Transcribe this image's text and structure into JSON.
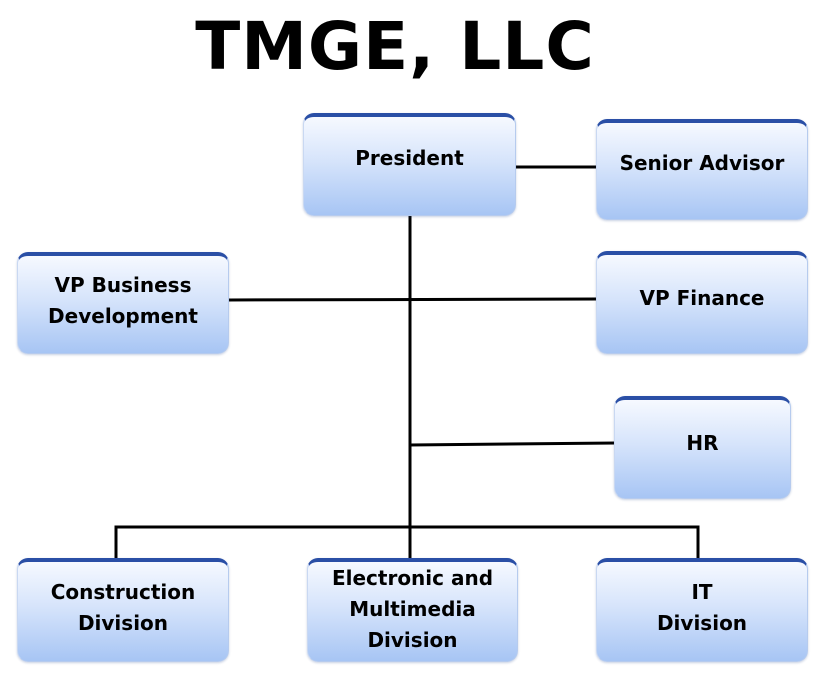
{
  "title": "TMGE, LLC",
  "colors": {
    "box_top_border": "#2a4fa6",
    "box_gradient_top": "#f6f9ff",
    "box_gradient_bottom": "#a7c5f4",
    "connector": "#000000"
  },
  "nodes": {
    "president": "President",
    "senior_advisor": "Senior Advisor",
    "vp_business_development": "VP Business\nDevelopment",
    "vp_finance": "VP Finance",
    "hr": "HR",
    "construction_division": "Construction\nDivision",
    "electronic_multimedia_division": "Electronic and\nMultimedia\nDivision",
    "it_division": "IT\nDivision"
  }
}
